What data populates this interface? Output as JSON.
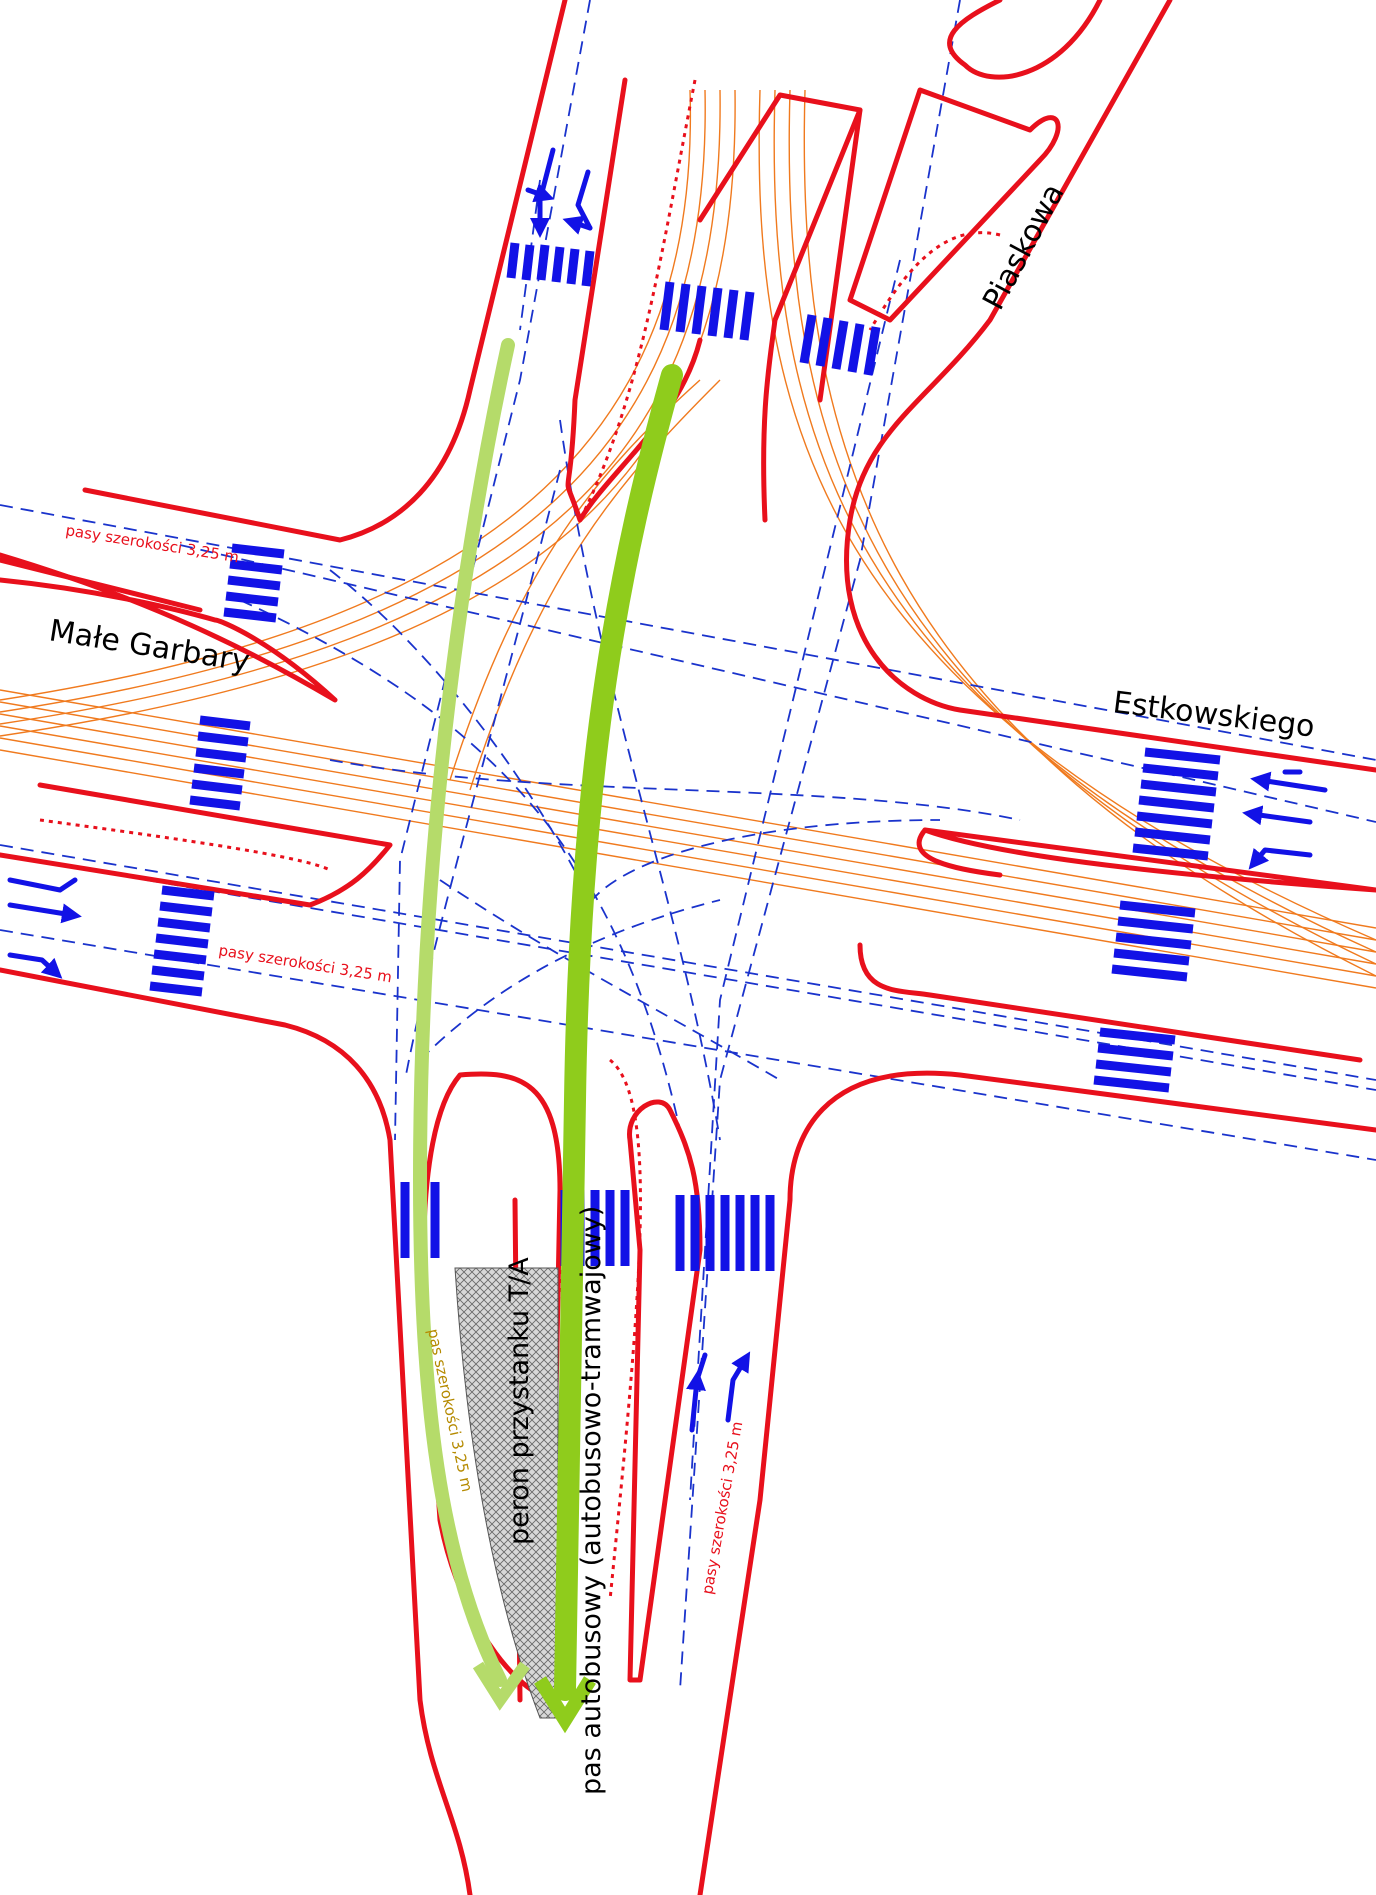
{
  "colors": {
    "curb": "#e8101c",
    "lane_markings": "#1a33cc",
    "crosswalk": "#1212e6",
    "tram_tracks": "#f07a1e",
    "route_light": "#b5db6a",
    "route_strong": "#8fcc1c",
    "platform": "#9a9a9a"
  },
  "streets": {
    "male_garbary": "Małe Garbary",
    "estkowskiego": "Estkowskiego",
    "piaskowa": "Piaskowa"
  },
  "annotations": {
    "lane_width_west_top": "pasy szerokości 3,25 m",
    "lane_width_west_bottom": "pasy szerokości 3,25 m",
    "lane_width_south_right": "pasy szerokości 3,25 m",
    "lane_width_south_left": "pas szerokości 3,25 m",
    "platform": "peron przystanku T/A",
    "bus_lane": "pas autobusowy (autobusowo-tramwajowy)"
  },
  "icons": [
    "lane-arrow-icon",
    "crosswalk-icon",
    "route-arrow-icon"
  ]
}
